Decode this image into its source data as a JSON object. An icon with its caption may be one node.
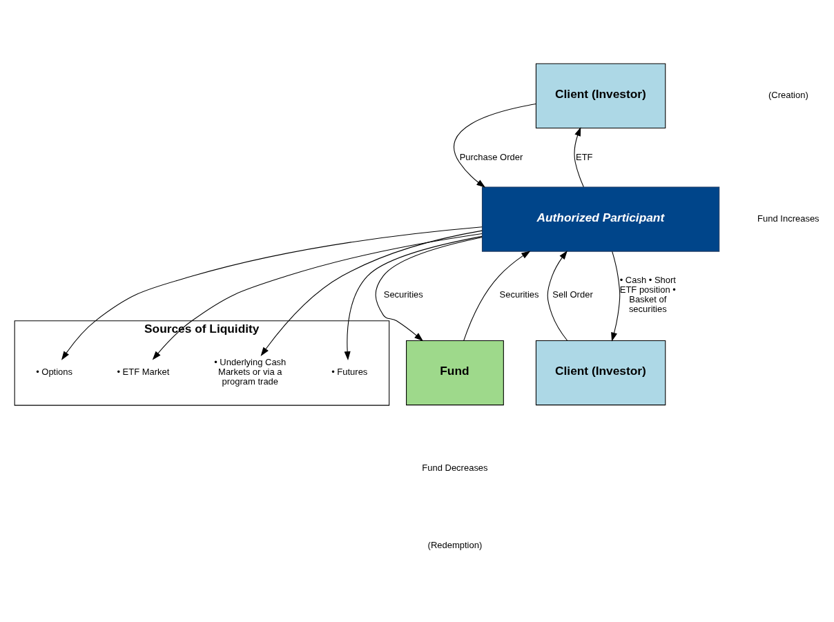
{
  "diagram": {
    "nodes": [
      {
        "text": [
          "Client (Investor)"
        ]
      },
      {
        "text": [
          "Authorized Participant"
        ]
      },
      {
        "text": [
          "Sources of Liquidity"
        ]
      },
      {
        "text": [
          "• ETF Market"
        ],
        "in": 2
      },
      {
        "text": [
          "• Underlying Cash Markets or via a program trade"
        ],
        "in": 2
      },
      {
        "text": [
          "• Futures"
        ],
        "in": 2
      },
      {
        "text": [
          "• Options"
        ],
        "in": 2
      },
      {
        "text": [
          "Fund"
        ]
      },
      {
        "text": [
          "Client (Investor)"
        ]
      }
    ],
    "edges": [
      {
        "from": 0,
        "to": 1,
        "arrow": "to",
        "label": "Purchase Order"
      },
      {
        "from": 1,
        "to": 0,
        "arrow": "to",
        "label": "ETF"
      },
      {
        "from": 1,
        "to": 7,
        "arrow": "to",
        "label": "Securities"
      },
      {
        "from": 1,
        "to": 3,
        "arrow": "to"
      },
      {
        "from": 1,
        "to": 4,
        "arrow": "to"
      },
      {
        "from": 1,
        "to": 5,
        "arrow": "to"
      },
      {
        "from": 1,
        "to": 6,
        "arrow": "to"
      },
      {
        "from": 8,
        "to": 1,
        "arrow": "to",
        "label": "Sell Order"
      },
      {
        "from": 1,
        "to": 8,
        "arrow": "to",
        "label": "• Cash • Short ETF position • Basket of securities"
      },
      {
        "from": 7,
        "to": 1,
        "arrow": "to",
        "label": "Securities"
      }
    ],
    "labels": [
      "(Creation)",
      "Fund Increases",
      "Fund Decreases",
      "(Redemption)"
    ]
  }
}
